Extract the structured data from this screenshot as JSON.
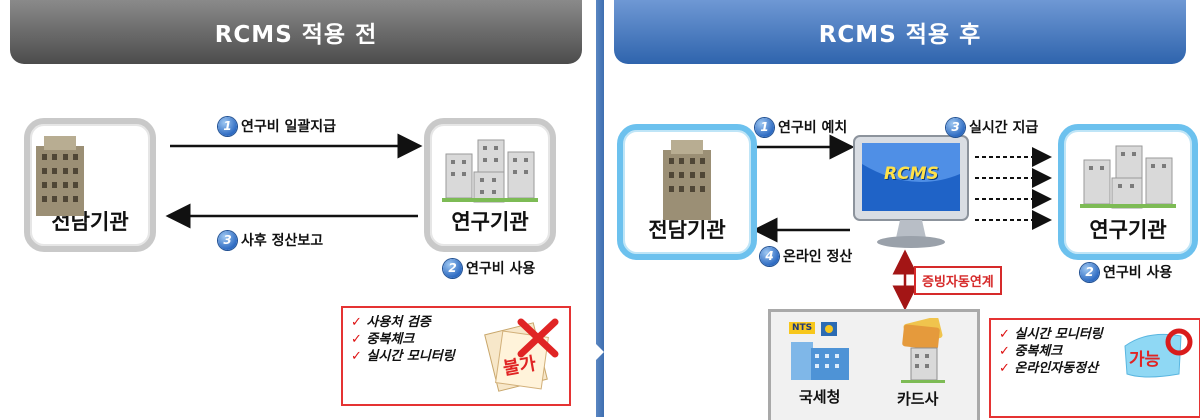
{
  "before": {
    "title": "RCMS 적용 전",
    "agency_label": "전담기관",
    "institution_label": "연구기관",
    "step1": {
      "num": "1",
      "text": "연구비 일괄지급"
    },
    "step2": {
      "num": "2",
      "text": "연구비 사용"
    },
    "step3": {
      "num": "3",
      "text": "사후 정산보고"
    },
    "callout": {
      "items": [
        "사용처 검증",
        "중복체크",
        "실시간 모니터링"
      ],
      "stamp": "불가"
    }
  },
  "after": {
    "title": "RCMS 적용 후",
    "agency_label": "전담기관",
    "institution_label": "연구기관",
    "system_label": "RCMS",
    "step1": {
      "num": "1",
      "text": "연구비 예치"
    },
    "step2": {
      "num": "2",
      "text": "연구비 사용"
    },
    "step3": {
      "num": "3",
      "text": "실시간 지급"
    },
    "step4": {
      "num": "4",
      "text": "온라인 정산"
    },
    "evidence_link": "증빙자동연계",
    "nts_logo": "NTS",
    "tax_office": "국세청",
    "card_company": "카드사",
    "callout": {
      "items": [
        "실시간 모니터링",
        "중복체크",
        "온라인자동정산"
      ],
      "stamp": "가능"
    }
  },
  "colors": {
    "gray_tab": "#6b6b6b",
    "blue_tab": "#3a6fb5",
    "accent_red": "#d62a2a",
    "frame_blue": "#6cc1ee"
  }
}
